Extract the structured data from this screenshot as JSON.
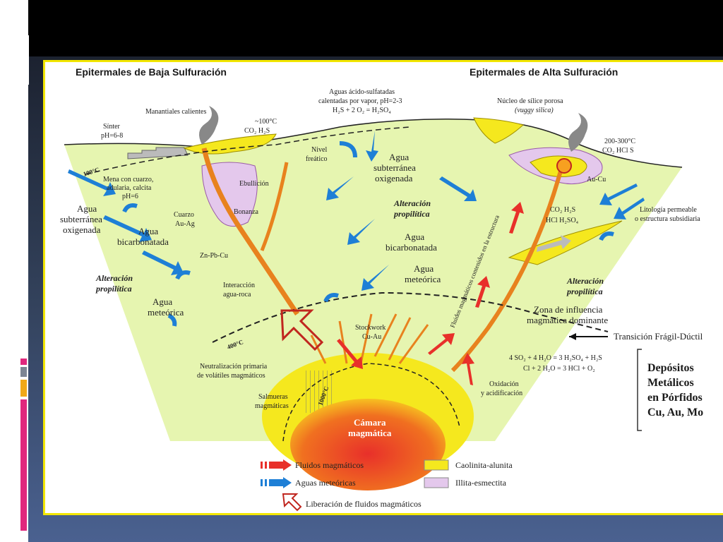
{
  "titles": {
    "left": "Epitermales de Baja Sulfuración",
    "right": "Epitermales de Alta Sulfuración"
  },
  "labels": {
    "manantiales": "Manantiales calientes",
    "sinter": "Sínter",
    "sinter_ph": "pH=6-8",
    "temp_100c_a": "~100°C",
    "co2_h2s": "CO₂ H₂S",
    "aguas_acido_1": "Aguas ácido-sulfatadas",
    "aguas_acido_2": "calentadas por vapor, pH=2-3",
    "aguas_acido_3": "H₂S + 2 O₂ = H₂SO₄",
    "nucleo_1": "Núcleo de sílice porosa",
    "nucleo_2": "(vuggy silica)",
    "temp_200_300": "200-300°C",
    "co2_hcl_s": "CO₂ HCl S",
    "nivel_1": "Nivel",
    "nivel_2": "freático",
    "temp_100c_b": "100°C",
    "mena_1": "Mena con cuarzo,",
    "mena_2": "adularia, calcita",
    "mena_3": "pH=6",
    "ebullicion": "Ebullición",
    "bonanza": "Bonanza",
    "cuarzo": "Cuarzo",
    "au_ag": "Au-Ag",
    "zn_pb_cu": "Zn-Pb-Cu",
    "agua_sub_l1": "Agua",
    "agua_sub_l2": "subterránea",
    "agua_sub_l3": "oxigenada",
    "agua_bic_l1": "Agua",
    "agua_bic_l2": "bicarbonatada",
    "alt_prop_l1": "Alteración",
    "alt_prop_l2": "propilítica",
    "agua_met_l1": "Agua",
    "agua_met_l2": "meteórica",
    "interaccion_1": "Interacción",
    "interaccion_2": "agua-roca",
    "agua_sub_c1": "Agua",
    "agua_sub_c2": "subterránea",
    "agua_sub_c3": "oxigenada",
    "alt_prop_c1": "Alteración",
    "alt_prop_c2": "propilítica",
    "agua_bic_c1": "Agua",
    "agua_bic_c2": "bicarbonatada",
    "agua_met_c1": "Agua",
    "agua_met_c2": "meteórica",
    "fluidos_vertical": "Fluidos magmáticos contenidos en la estructura",
    "au_cu": "Au-Cu",
    "co2_h2s_r": "CO₂ H₂S",
    "hcl_h2so4": "HCl H₂SO₄",
    "litologia_1": "Litología permeable",
    "litologia_2": "o estructura subsidiaria",
    "alt_prop_r1": "Alteración",
    "alt_prop_r2": "propilítica",
    "zona_1": "Zona de influencia",
    "zona_2": "magmática dominante",
    "transicion": "Transición Frágil-Dúctil",
    "temp_400c": "400°C",
    "stockwork_1": "Stockwork",
    "stockwork_2": "Cu-Au",
    "neutral_1": "Neutralización primaria",
    "neutral_2": "de volátiles magmáticos",
    "temp_1000c": "1000°C",
    "salmueras_1": "Salmueras",
    "salmueras_2": "magmáticas",
    "camara_1": "Cámara",
    "camara_2": "magmática",
    "eq_1": "4 SO₂ + 4 H₂O = 3 H₂SO₄ + H₂S",
    "eq_2": "Cl + 2 H₂O = 3 HCl + O₂",
    "oxid_1": "Oxidación",
    "oxid_2": "y acidificación",
    "depositos_1": "Depósitos",
    "depositos_2": "Metálicos",
    "depositos_3": "en Pórfidos",
    "depositos_4": "Cu, Au, Mo"
  },
  "legend": {
    "fluidos": "Fluidos magmáticos",
    "aguas": "Aguas meteóricas",
    "liberacion": "Liberación de fluidos magmáticos",
    "caolinita": "Caolinita-alunita",
    "illita": "Illita-esmectita"
  },
  "colors": {
    "background_green": "#e6f5b0",
    "caolinita": "#f5e81e",
    "illita": "#e4c8ec",
    "magmatic_red": "#e8302a",
    "meteoric_blue": "#1e7fd6",
    "vein_orange": "#e8821e",
    "panel_border": "#f2e600"
  }
}
